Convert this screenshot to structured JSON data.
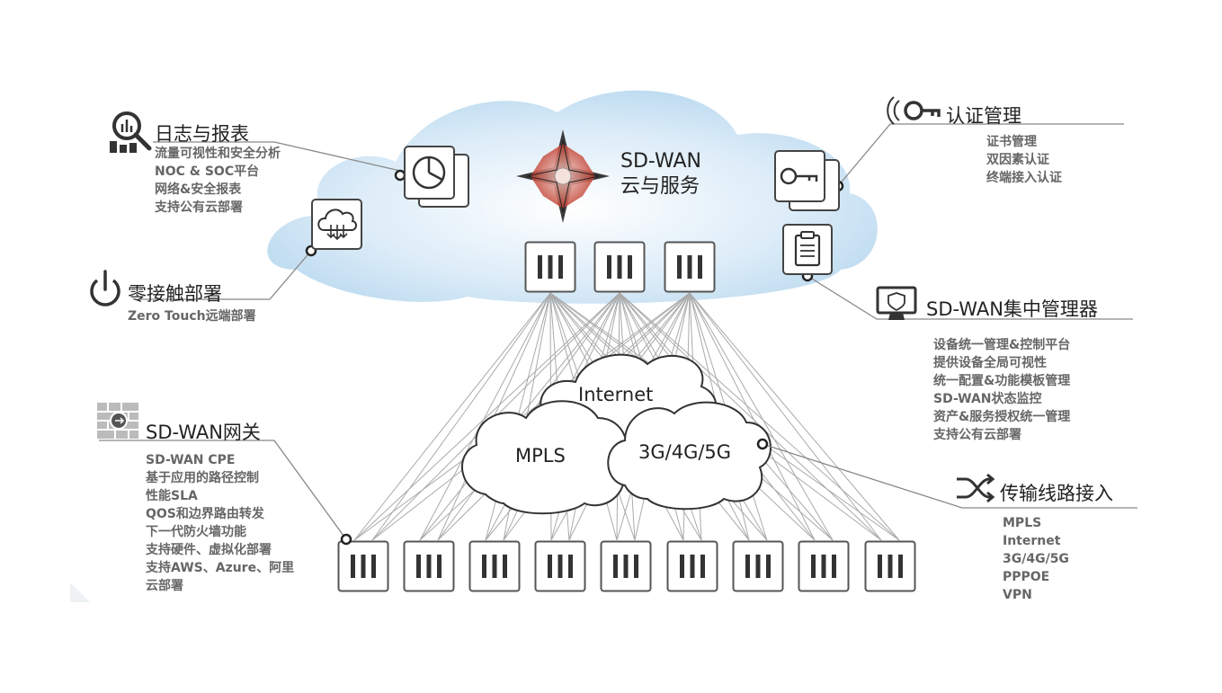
{
  "cloud": {
    "title_line1": "SD-WAN",
    "title_line2": "云与服务"
  },
  "networks": [
    "Internet",
    "MPLS",
    "3G/4G/5G"
  ],
  "logs": {
    "heading": "日志与报表",
    "items": [
      "流量可视性和安全分析",
      "NOC & SOC平台",
      "网络&安全报表",
      "支持公有云部署"
    ]
  },
  "zero_touch": {
    "heading": "零接触部署",
    "items": [
      "Zero Touch远端部署"
    ]
  },
  "gateway": {
    "heading": "SD-WAN网关",
    "items": [
      "SD-WAN CPE",
      "基于应用的路径控制",
      "性能SLA",
      "QOS和边界路由转发",
      "下一代防火墙功能",
      "支持硬件、虚拟化部署",
      "支持AWS、Azure、阿里",
      "云部署"
    ]
  },
  "auth": {
    "heading": "认证管理",
    "items": [
      "证书管理",
      "双因素认证",
      "终端接入认证"
    ]
  },
  "manager": {
    "heading": "SD-WAN集中管理器",
    "items": [
      "设备统一管理&控制平台",
      "提供设备全局可视性",
      "统一配置&功能模板管理",
      "SD-WAN状态监控",
      "资产&服务授权统一管理",
      "支持公有云部署"
    ]
  },
  "transport": {
    "heading": "传输线路接入",
    "items": [
      "MPLS",
      "Internet",
      "3G/4G/5G",
      "PPPOE",
      "VPN"
    ]
  },
  "colors": {
    "cloud_fill": "#cfe6f5",
    "line": "#aaaaaa",
    "device_border": "#555555",
    "text_dark": "#222222",
    "text_grey": "#666666",
    "star_red": "#c0392b"
  }
}
